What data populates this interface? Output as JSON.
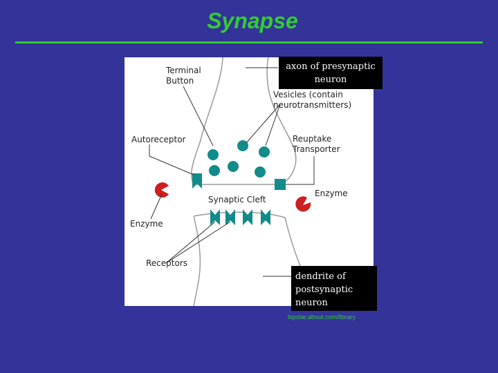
{
  "slide": {
    "title": "Synapse",
    "source": "bipolar.about.com/library"
  },
  "diagram": {
    "labels": {
      "terminal_button": "Terminal\nButton",
      "vesicles": "Vesicles (contain\nneurotransmitters)",
      "autoreceptor": "Autoreceptor",
      "reuptake_transporter": "Reuptake\nTransporter",
      "synaptic_cleft": "Synaptic Cleft",
      "enzyme_right": "Enzyme",
      "enzyme_left": "Enzyme",
      "receptors": "Receptors"
    },
    "callouts": {
      "axon": "axon of presynaptic\nneuron",
      "dendrite": "dendrite of\npostsynaptic\nneuron"
    }
  },
  "colors": {
    "background": "#333399",
    "title": "#33cc33",
    "vesicle": "#128b8b",
    "enzyme": "#cc1f1f",
    "callout_bg": "#000000"
  }
}
